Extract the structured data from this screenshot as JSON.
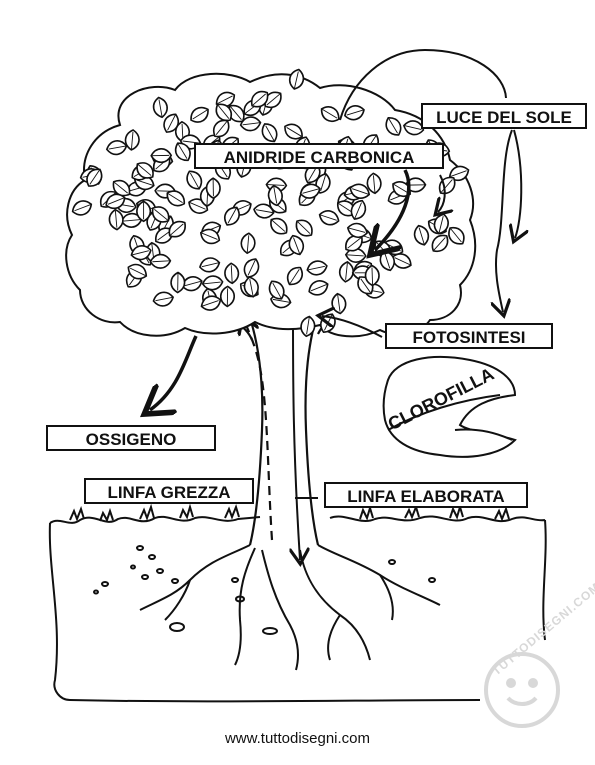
{
  "labels": {
    "luce": "LUCE DEL SOLE",
    "anidride": "ANIDRIDE CARBONICA",
    "fotosintesi": "FOTOSINTESI",
    "clorofilla": "CLOROFILLA",
    "ossigeno": "OSSIGENO",
    "linfa_grezza": "LINFA GREZZA",
    "linfa_elaborata": "LINFA ELABORATA"
  },
  "footer": {
    "website": "www.tuttodisegni.com"
  },
  "watermark": {
    "text": "TUTTODISEGNI.COM"
  }
}
